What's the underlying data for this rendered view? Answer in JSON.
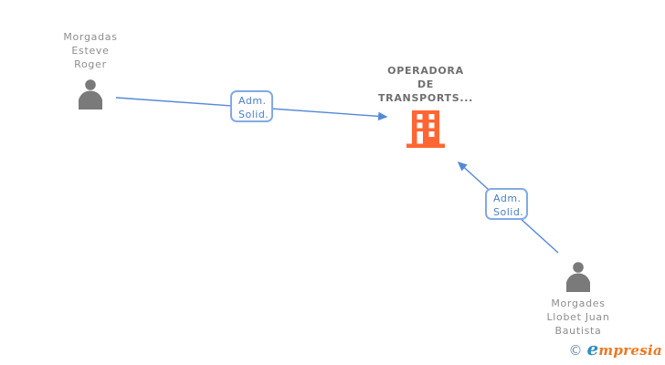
{
  "diagram": {
    "nodes": {
      "person_left": {
        "type": "person",
        "icon": "person-icon",
        "name_lines": [
          "Morgadas",
          "Esteve",
          "Roger"
        ]
      },
      "company": {
        "type": "company",
        "icon": "building-icon",
        "name_lines": [
          "OPERADORA",
          "DE",
          "TRANSPORTS..."
        ]
      },
      "person_right": {
        "type": "person",
        "icon": "person-icon",
        "name_lines": [
          "Morgades",
          "Llobet Juan",
          "Bautista"
        ]
      }
    },
    "edges": [
      {
        "from": "person_left",
        "to": "company",
        "label_lines": [
          "Adm.",
          "Solid."
        ]
      },
      {
        "from": "person_right",
        "to": "company",
        "label_lines": [
          "Adm.",
          "Solid."
        ]
      }
    ]
  },
  "footer": {
    "copyright_symbol": "©",
    "brand_initial": "e",
    "brand_rest": "mpresia"
  },
  "colors": {
    "edge_blue": "#5688D8",
    "edge_box_border": "#82AAE4",
    "edge_label_text": "#4D7EC8",
    "person_gray": "#7A7A7A",
    "name_gray": "#8E8E8E",
    "company_title_gray": "#6F6F6F",
    "building_orange": "#FF6633",
    "brand_blue": "#2E8FC0",
    "brand_orange": "#EE7722"
  }
}
